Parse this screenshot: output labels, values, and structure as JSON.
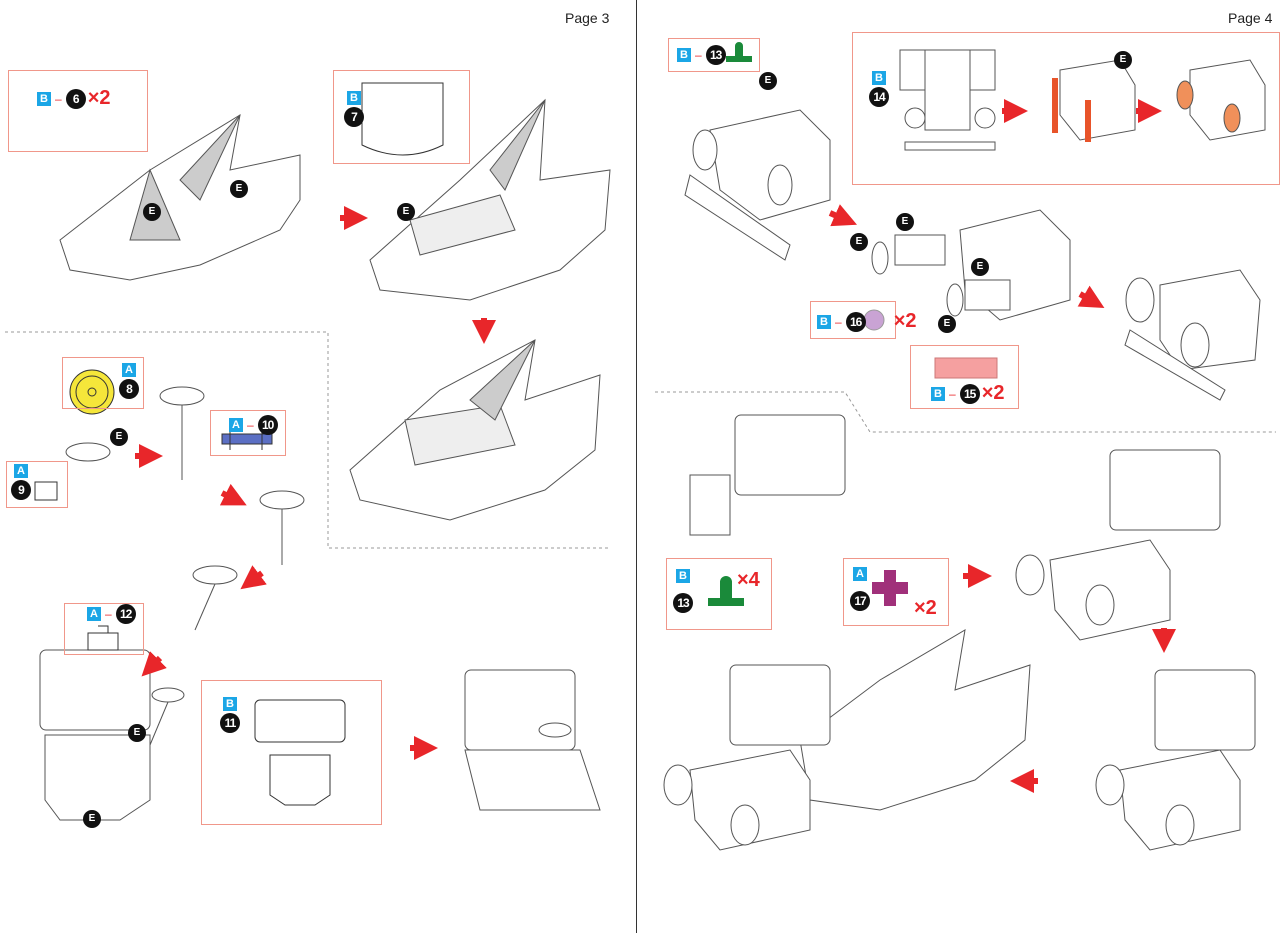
{
  "pages": [
    {
      "label": "Page 3"
    },
    {
      "label": "Page 4"
    }
  ],
  "marker": "E",
  "callouts": {
    "c6": {
      "sheet": "B",
      "part": "6",
      "qty": "×2"
    },
    "c7": {
      "sheet": "B",
      "part": "7"
    },
    "c8": {
      "sheet": "A",
      "part": "8"
    },
    "c9": {
      "sheet": "A",
      "part": "9"
    },
    "c10": {
      "sheet": "A",
      "part": "10"
    },
    "c12": {
      "sheet": "A",
      "part": "12"
    },
    "c11": {
      "sheet": "B",
      "part": "11"
    },
    "c13a": {
      "sheet": "B",
      "part": "13"
    },
    "c14": {
      "sheet": "B",
      "part": "14"
    },
    "c16": {
      "sheet": "B",
      "part": "16",
      "qty": "×2"
    },
    "c15": {
      "sheet": "B",
      "part": "15",
      "qty": "×2"
    },
    "c13b": {
      "sheet": "B",
      "part": "13",
      "qty": "×4"
    },
    "c17": {
      "sheet": "A",
      "part": "17",
      "qty": "×2"
    }
  },
  "colors": {
    "callout_border": "#f0978a",
    "arrow": "#e8262a",
    "sheet_badge": "#1ba6e6",
    "part6": "#1ba6e6",
    "part8": "#f5e63a",
    "part10": "#5b6fc4",
    "part13": "#1a8a3a",
    "part15": "#f5a0a0",
    "part16": "#c9a3d4",
    "part17": "#a0307a",
    "glue_dot": "#1b8fe0",
    "triangle": "#8cc63f"
  }
}
